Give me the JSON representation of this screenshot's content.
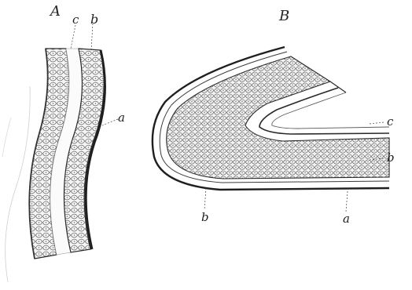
{
  "figure": {
    "panel_a": {
      "title": "A",
      "labels": {
        "a": "a",
        "b": "b",
        "c": "c"
      }
    },
    "panel_b": {
      "title": "B",
      "labels": {
        "a": "a",
        "b_right": "b",
        "b_bottom": "b",
        "c": "c"
      }
    }
  }
}
